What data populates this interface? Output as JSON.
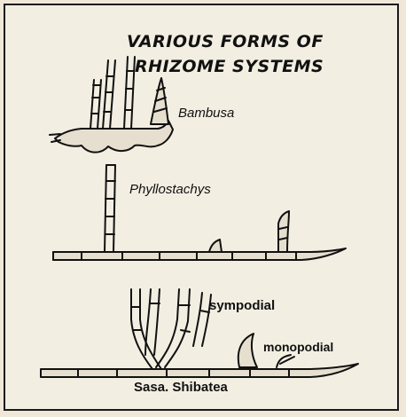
{
  "title": {
    "line1": "VARIOUS FORMS OF",
    "line2": "RHIZOME SYSTEMS"
  },
  "labels": {
    "bambusa": "Bambusa",
    "phyllostachys": "Phyllostachys",
    "sympodial": "sympodial",
    "monopodial": "monopodial",
    "sasa": "Sasa. Shibatea"
  }
}
